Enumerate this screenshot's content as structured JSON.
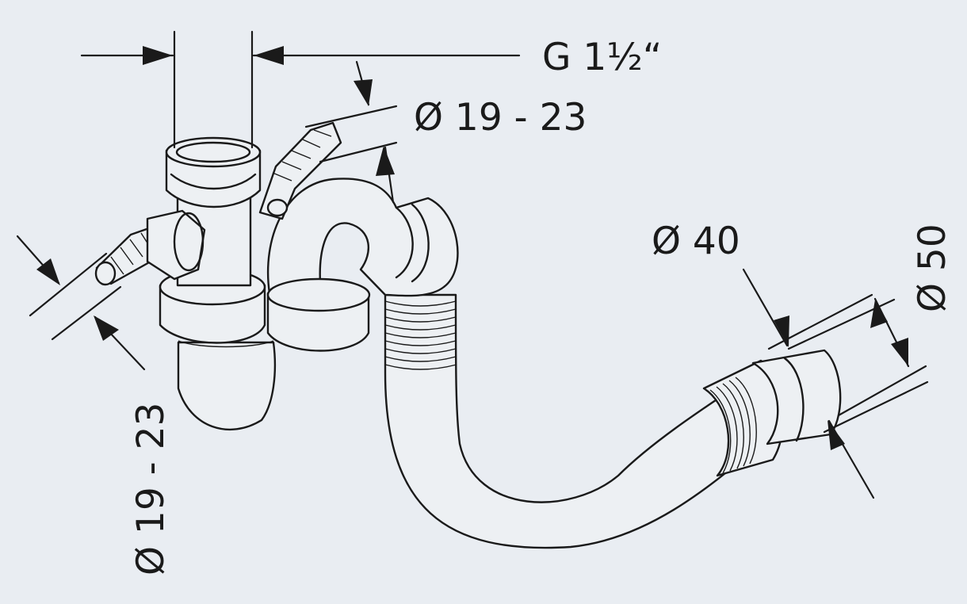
{
  "labels": {
    "thread": "G 1½“",
    "hose_top": "Ø 19 - 23",
    "hose_left": "Ø 19 - 23",
    "inner_diameter": "Ø 40",
    "outer_diameter": "Ø 50"
  },
  "colors": {
    "background": "#e9edf2",
    "line": "#1a1a1a",
    "fill": "#edf0f3"
  }
}
